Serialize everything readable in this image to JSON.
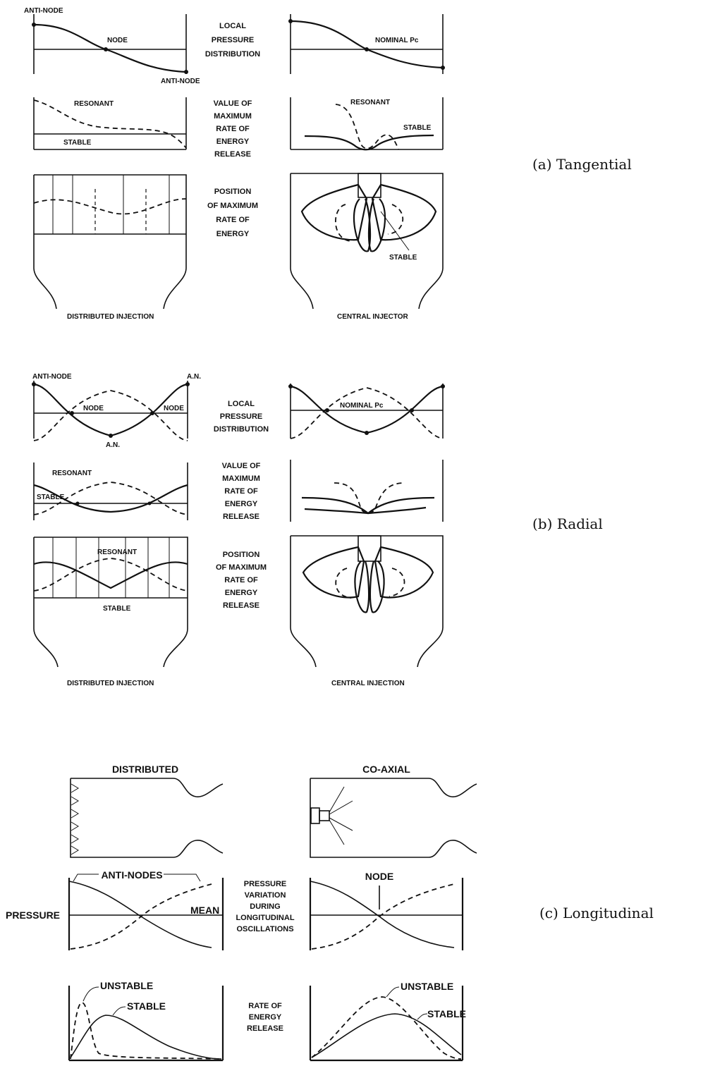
{
  "captions": {
    "a": "(a) Tangential",
    "b": "(b) Radial",
    "c": "(c) Longitudinal"
  },
  "tangential": {
    "row_labels": {
      "pressure": [
        "LOCAL",
        "PRESSURE",
        "DISTRIBUTION"
      ],
      "energy_value": [
        "VALUE OF",
        "MAXIMUM",
        "RATE OF",
        "ENERGY",
        "RELEASE"
      ],
      "position": [
        "POSITION",
        "OF MAXIMUM",
        "RATE OF",
        "ENERGY"
      ]
    },
    "left": {
      "anti_node_top": "ANTI-NODE",
      "node": "NODE",
      "anti_node_bottom": "ANTI-NODE",
      "resonant": "RESONANT",
      "stable": "STABLE",
      "injection": "DISTRIBUTED INJECTION"
    },
    "right": {
      "nominal": "NOMINAL Pc",
      "resonant": "RESONANT",
      "stable_energy": "STABLE",
      "stable_position": "STABLE",
      "injection": "CENTRAL INJECTOR"
    }
  },
  "radial": {
    "row_labels": {
      "pressure": [
        "LOCAL",
        "PRESSURE",
        "DISTRIBUTION"
      ],
      "energy_value": [
        "VALUE OF",
        "MAXIMUM",
        "RATE OF",
        "ENERGY",
        "RELEASE"
      ],
      "position": [
        "POSITION",
        "OF MAXIMUM",
        "RATE OF",
        "ENERGY",
        "RELEASE"
      ]
    },
    "left": {
      "anti_node": "ANTI-NODE",
      "an_right": "A.N.",
      "node_left": "NODE",
      "node_right": "NODE",
      "an_bottom": "A.N.",
      "resonant_energy": "RESONANT",
      "stable_energy": "STABLE",
      "resonant_position": "RESONANT",
      "stable_position": "STABLE",
      "injection": "DISTRIBUTED INJECTION"
    },
    "right": {
      "nominal": "NOMINAL Pc",
      "injection": "CENTRAL INJECTION"
    }
  },
  "longitudinal": {
    "title_left": "DISTRIBUTED",
    "title_right": "CO-AXIAL",
    "anti_nodes": "ANTI-NODES",
    "mean": "MEAN",
    "pressure": "PRESSURE",
    "node": "NODE",
    "variation_label": [
      "PRESSURE",
      "VARIATION",
      "DURING",
      "LONGITUDINAL",
      "OSCILLATIONS"
    ],
    "unstable_left": "UNSTABLE",
    "stable_left": "STABLE",
    "energy_label": [
      "RATE OF",
      "ENERGY",
      "RELEASE"
    ],
    "unstable_right": "UNSTABLE",
    "stable_right": "STABLE"
  }
}
